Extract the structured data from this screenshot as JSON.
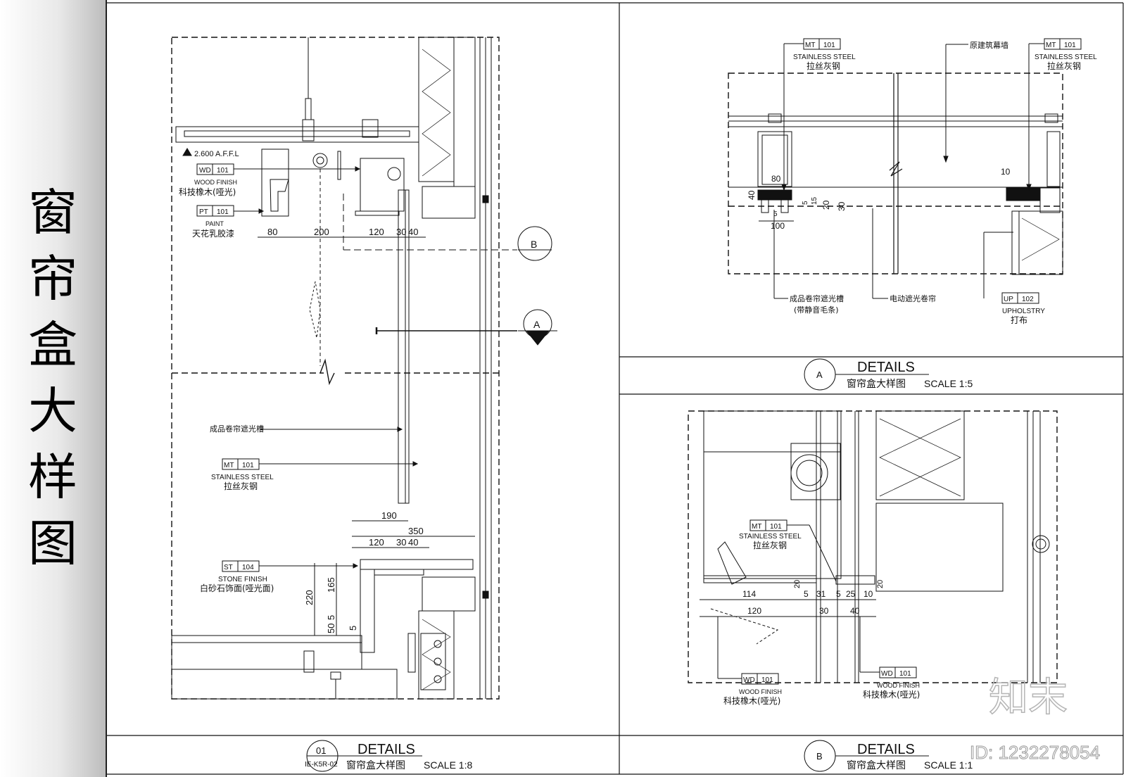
{
  "sheet_title": "窗帘盒大样图",
  "panel_01": {
    "level_tag": "2.600 A.F.F.L",
    "wd_code": "WD",
    "wd_num": "101",
    "wd_en": "WOOD FINISH",
    "wd_cn": "科技橡木(哑光)",
    "pt_code": "PT",
    "pt_num": "101",
    "pt_en": "PAINT",
    "pt_cn": "天花乳胶漆",
    "dims_top": [
      "80",
      "200",
      "120",
      "30",
      "40"
    ],
    "callout_b": "B",
    "callout_a": "A",
    "groove_label": "成品卷帘遮光槽",
    "mt_code": "MT",
    "mt_num": "101",
    "mt_en": "STAINLESS STEEL",
    "mt_cn": "拉丝灰钢",
    "dims_bottom": [
      "190",
      "350",
      "120",
      "30",
      "40"
    ],
    "st_code": "ST",
    "st_num": "104",
    "st_en": "STONE FINISH",
    "st_cn": "白砂石饰面(哑光面)",
    "dims_vertical": [
      "220",
      "165",
      "50",
      "5",
      "5"
    ]
  },
  "panel_a": {
    "mt_left_code": "MT",
    "mt_left_num": "101",
    "mt_left_en": "STAINLESS STEEL",
    "mt_left_cn": "拉丝灰钢",
    "curtain_wall": "原建筑幕墙",
    "mt_right_code": "MT",
    "mt_right_num": "101",
    "mt_right_en": "STAINLESS STEEL",
    "mt_right_cn": "拉丝灰钢",
    "dims": [
      "80",
      "40",
      "5",
      "100",
      "5",
      "15",
      "20",
      "30",
      "10"
    ],
    "groove_label_1": "成品卷帘遮光槽",
    "groove_label_2": "(带静音毛条)",
    "blind_label": "电动遮光卷帘",
    "up_code": "UP",
    "up_num": "102",
    "up_en": "UPHOLSTRY",
    "up_cn": "打布"
  },
  "panel_b": {
    "mt_code": "MT",
    "mt_num": "101",
    "mt_en": "STAINLESS STEEL",
    "mt_cn": "拉丝灰钢",
    "dims_row1": [
      "114",
      "5",
      "31",
      "5",
      "25",
      "10"
    ],
    "dims_row2": [
      "120",
      "30",
      "40"
    ],
    "dims_v": [
      "20",
      "20"
    ],
    "wd_left_code": "WD",
    "wd_left_num": "101",
    "wd_left_en": "WOOD FINISH",
    "wd_left_cn": "科技橡木(哑光)",
    "wd_right_code": "WD",
    "wd_right_num": "101",
    "wd_right_en": "WOOD FINISH",
    "wd_right_cn": "科技橡木(哑光)"
  },
  "title_blocks": {
    "t01": {
      "num": "01",
      "ref": "IE-K5R-02",
      "heading": "DETAILS",
      "sub": "窗帘盒大样图",
      "scale": "SCALE 1:8"
    },
    "tA": {
      "num": "A",
      "heading": "DETAILS",
      "sub": "窗帘盒大样图",
      "scale": "SCALE 1:5"
    },
    "tB": {
      "num": "B",
      "heading": "DETAILS",
      "sub": "窗帘盒大样图",
      "scale": "SCALE 1:1"
    }
  },
  "watermark": {
    "logo": "知末",
    "id": "ID: 1232278054"
  }
}
